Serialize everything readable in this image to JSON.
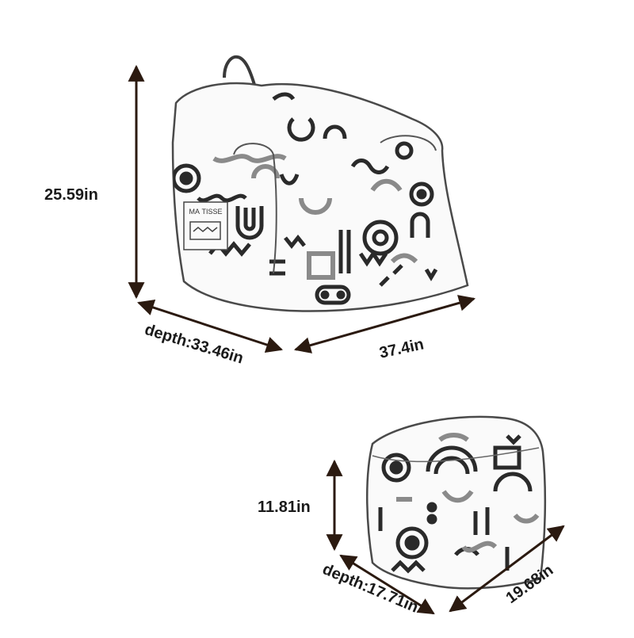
{
  "labels": {
    "chair_height": "25.59in",
    "chair_depth": "depth:33.46in",
    "chair_width": "37.4in",
    "ottoman_height": "11.81in",
    "ottoman_depth": "depth:17.71in",
    "ottoman_width": "19.68in"
  },
  "tag_text": "MA TISSE",
  "colors": {
    "line": "#2b1a10",
    "pattern": "#2a2a2a",
    "pattern_light": "#8a8a8a",
    "outline": "#3a3a3a"
  }
}
